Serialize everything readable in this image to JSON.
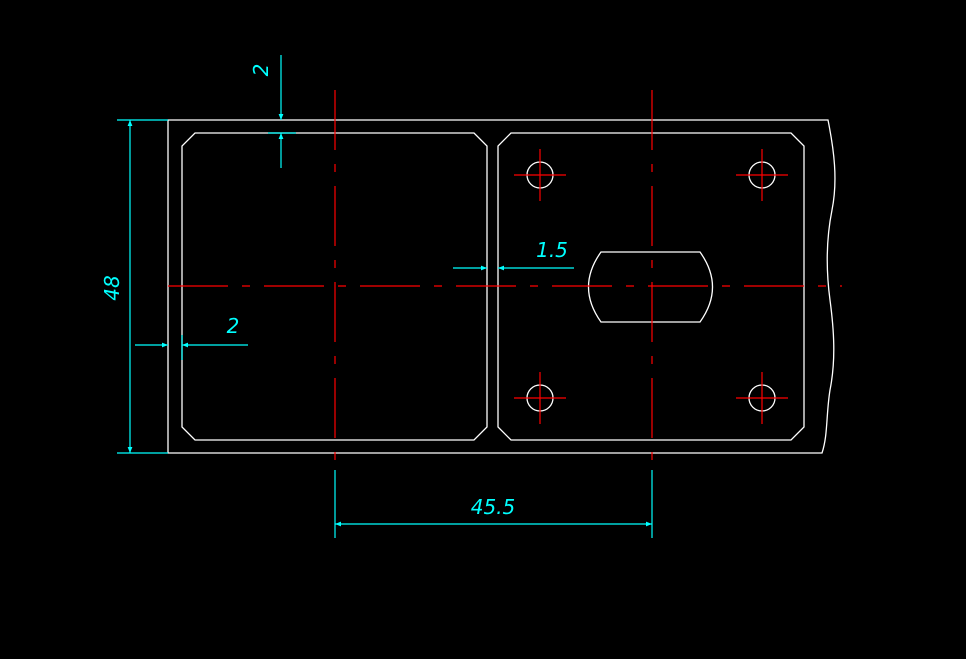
{
  "drawing": {
    "background_color": "#000000",
    "outline_color": "#ffffff",
    "centerline_color": "#ff0000",
    "dimension_color": "#00ffff"
  },
  "dimensions": {
    "top_wall": "2",
    "overall_height": "48",
    "left_wall": "2",
    "middle_wall": "1.5",
    "centre_distance": "45.5"
  }
}
